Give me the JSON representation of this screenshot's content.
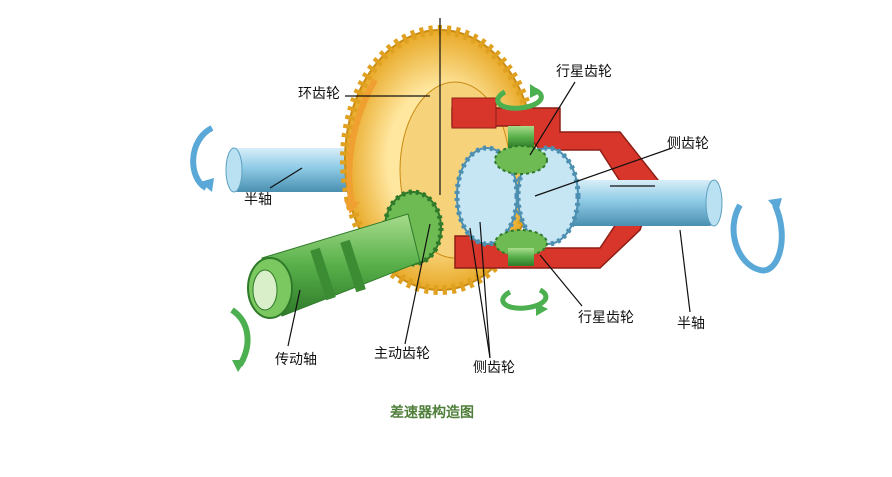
{
  "labels": {
    "ring_gear": "环齿轮",
    "planet_gear_top": "行星齿轮",
    "side_gear_right": "侧齿轮",
    "half_shaft_left": "半轴",
    "half_shaft_right": "半轴",
    "planet_gear_bottom": "行星齿轮",
    "side_gear_bottom": "侧齿轮",
    "drive_pinion": "主动齿轮",
    "drive_shaft": "传动轴"
  },
  "caption": "差速器构造图",
  "colors": {
    "ring_gear": "#f2c24a",
    "housing": "#d8362a",
    "shaft": "#8fcbe6",
    "pinion": "#58b04a",
    "rotation_arrow_blue": "#5aa8d8",
    "rotation_arrow_green": "#4caf50",
    "caption": "#4f7f3a"
  }
}
